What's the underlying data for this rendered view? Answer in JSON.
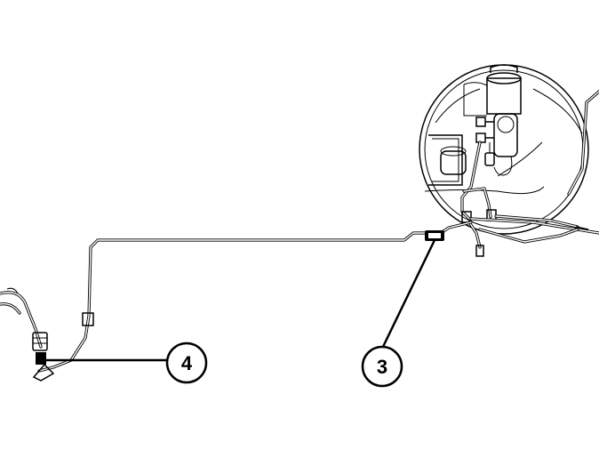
{
  "diagram": {
    "callouts": [
      {
        "id": "3",
        "label": "3"
      },
      {
        "id": "4",
        "label": "4"
      }
    ],
    "colors": {
      "line": "#000000",
      "background": "#ffffff"
    }
  }
}
